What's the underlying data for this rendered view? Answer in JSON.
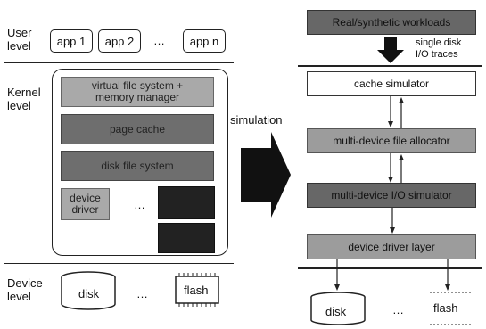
{
  "left": {
    "user_level": "User\nlevel",
    "kernel_level": "Kernel\nlevel",
    "device_level": "Device\nlevel",
    "apps": [
      "app 1",
      "app 2",
      "app n"
    ],
    "ellipsis": "…",
    "vfs": "virtual file system +\nmemory manager",
    "page_cache": "page cache",
    "disk_fs": "disk file system",
    "device_driver": "device\ndriver",
    "disk": "disk",
    "flash": "flash"
  },
  "middle": {
    "simulation": "simulation"
  },
  "right": {
    "workloads": "Real/synthetic workloads",
    "trace_note": "single disk\nI/O traces",
    "cache_sim": "cache simulator",
    "file_alloc": "multi-device file allocator",
    "io_sim": "multi-device I/O simulator",
    "driver_layer": "device driver layer",
    "disk": "disk",
    "flash": "flash",
    "ellipsis": "…"
  },
  "colors": {
    "light_gray": "#a9a9a9",
    "dark_gray": "#6e6e6e",
    "black": "#222222"
  }
}
